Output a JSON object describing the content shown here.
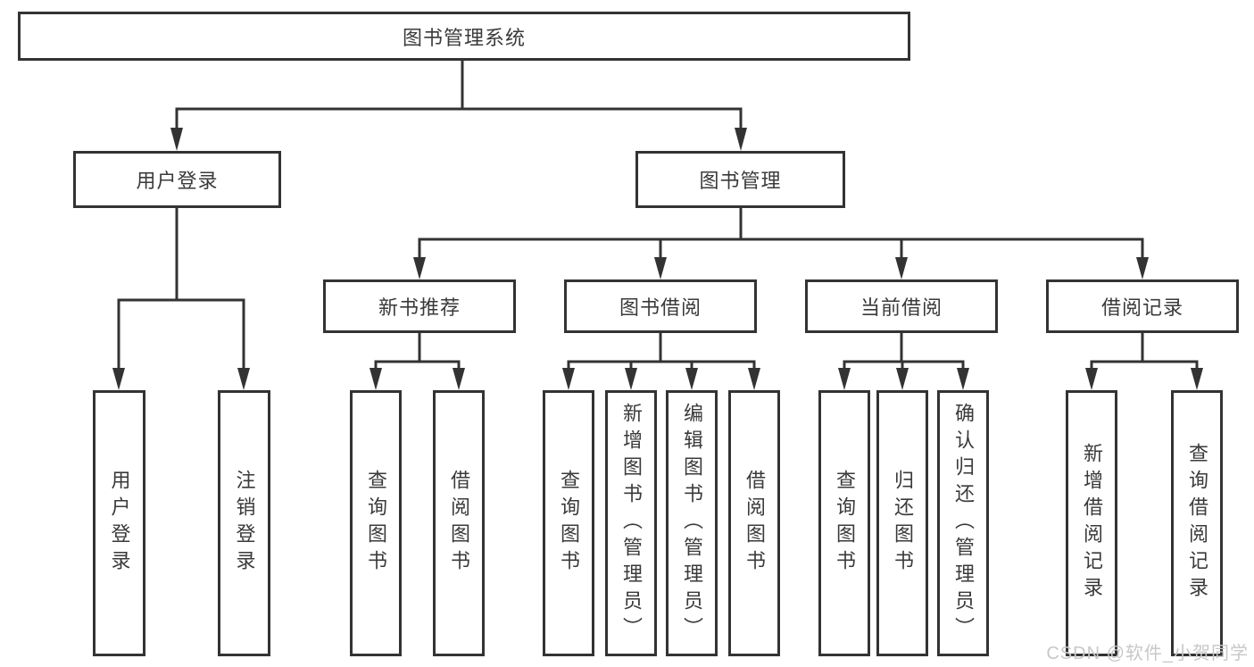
{
  "tree": {
    "label": "图书管理系统",
    "children": [
      {
        "label": "用户登录",
        "children": [
          {
            "label": "用户登录"
          },
          {
            "label": "注销登录"
          }
        ]
      },
      {
        "label": "图书管理",
        "children": [
          {
            "label": "新书推荐",
            "children": [
              {
                "label": "查询图书"
              },
              {
                "label": "借阅图书"
              }
            ]
          },
          {
            "label": "图书借阅",
            "children": [
              {
                "label": "查询图书"
              },
              {
                "label": "新增图书（管理员）"
              },
              {
                "label": "编辑图书（管理员）"
              },
              {
                "label": "借阅图书"
              }
            ]
          },
          {
            "label": "当前借阅",
            "children": [
              {
                "label": "查询图书"
              },
              {
                "label": "归还图书"
              },
              {
                "label": "确认归还（管理员）"
              }
            ]
          },
          {
            "label": "借阅记录",
            "children": [
              {
                "label": "新增借阅记录"
              },
              {
                "label": "查询借阅记录"
              }
            ]
          }
        ]
      }
    ]
  },
  "watermark": {
    "text": "CSDN @软件_小贺同学"
  },
  "colors": {
    "line": "#333333",
    "text": "#3a3a3a",
    "watermark": "#c9c7c7",
    "background": "#ffffff"
  }
}
